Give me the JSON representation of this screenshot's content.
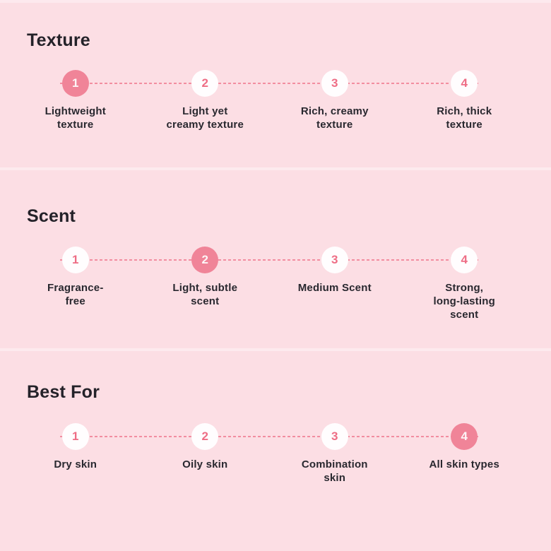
{
  "colors": {
    "background": "#fcdee4",
    "divider": "#fdeaee",
    "active_circle_fill": "#f08498",
    "active_number": "#ffffff",
    "inactive_circle_fill": "#ffffff",
    "inactive_number": "#ee6d85",
    "dotted_line": "#f28da0",
    "text": "#29282f"
  },
  "scale": {
    "min": 1,
    "max": 4
  },
  "sections": [
    {
      "title": "Texture",
      "active_step": 1,
      "steps": [
        {
          "number": "1",
          "label": "Lightweight\ntexture"
        },
        {
          "number": "2",
          "label": "Light yet\ncreamy texture"
        },
        {
          "number": "3",
          "label": "Rich, creamy\ntexture"
        },
        {
          "number": "4",
          "label": "Rich, thick\ntexture"
        }
      ]
    },
    {
      "title": "Scent",
      "active_step": 2,
      "steps": [
        {
          "number": "1",
          "label": "Fragrance-\nfree"
        },
        {
          "number": "2",
          "label": "Light, subtle\nscent"
        },
        {
          "number": "3",
          "label": "Medium Scent"
        },
        {
          "number": "4",
          "label": "Strong,\nlong-lasting\nscent"
        }
      ]
    },
    {
      "title": "Best For",
      "active_step": 4,
      "steps": [
        {
          "number": "1",
          "label": "Dry skin"
        },
        {
          "number": "2",
          "label": "Oily skin"
        },
        {
          "number": "3",
          "label": "Combination\nskin"
        },
        {
          "number": "4",
          "label": "All skin types"
        }
      ]
    }
  ]
}
